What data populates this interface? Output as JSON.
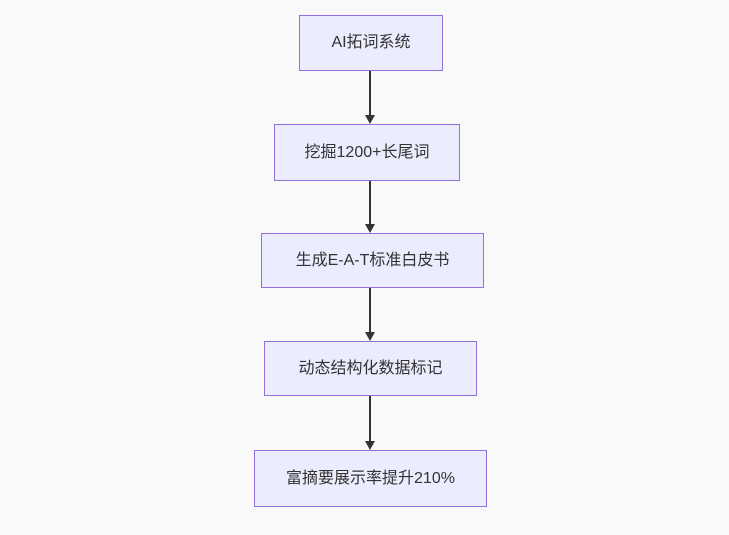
{
  "diagram": {
    "type": "flowchart",
    "direction": "top-down",
    "background_color": "#f9f9f9",
    "node_fill_color": "#ECECFF",
    "node_border_color": "#9370DB",
    "node_text_color": "#333333",
    "arrow_color": "#333333",
    "nodes": [
      {
        "label": "AI拓词系统"
      },
      {
        "label": "挖掘1200+长尾词"
      },
      {
        "label": "生成E-A-T标准白皮书"
      },
      {
        "label": "动态结构化数据标记"
      },
      {
        "label": "富摘要展示率提升210%"
      }
    ],
    "edges": [
      {
        "from": 0,
        "to": 1,
        "style": "arrow-down"
      },
      {
        "from": 1,
        "to": 2,
        "style": "arrow-down"
      },
      {
        "from": 2,
        "to": 3,
        "style": "arrow-down"
      },
      {
        "from": 3,
        "to": 4,
        "style": "arrow-down"
      }
    ]
  }
}
